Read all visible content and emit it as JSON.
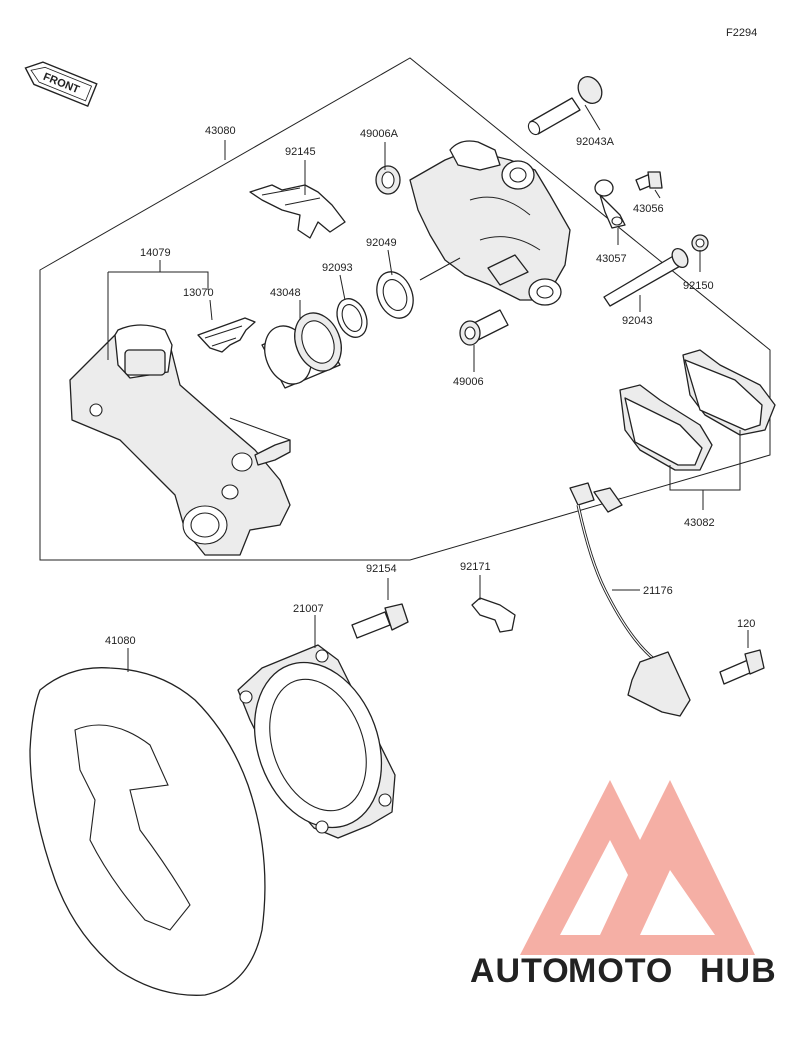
{
  "diagram": {
    "figure_code": "F2294",
    "front_label": "FRONT",
    "callouts": [
      {
        "key": "c43080",
        "text": "43080"
      },
      {
        "key": "c92145",
        "text": "92145"
      },
      {
        "key": "c49006A",
        "text": "49006A"
      },
      {
        "key": "c92043A",
        "text": "92043A"
      },
      {
        "key": "c43056",
        "text": "43056"
      },
      {
        "key": "c14079",
        "text": "14079"
      },
      {
        "key": "c92049",
        "text": "92049"
      },
      {
        "key": "c92093",
        "text": "92093"
      },
      {
        "key": "c43057",
        "text": "43057"
      },
      {
        "key": "c92150",
        "text": "92150"
      },
      {
        "key": "c13070",
        "text": "13070"
      },
      {
        "key": "c43048",
        "text": "43048"
      },
      {
        "key": "c92043",
        "text": "92043"
      },
      {
        "key": "c49006",
        "text": "49006"
      },
      {
        "key": "c43082",
        "text": "43082"
      },
      {
        "key": "c92154",
        "text": "92154"
      },
      {
        "key": "c92171",
        "text": "92171"
      },
      {
        "key": "c21007",
        "text": "21007"
      },
      {
        "key": "c21176",
        "text": "21176"
      },
      {
        "key": "c41080",
        "text": "41080"
      },
      {
        "key": "c120",
        "text": "120"
      }
    ]
  },
  "watermark": {
    "word_1": "AUTO",
    "word_2": "MOTO",
    "word_3": "HUB",
    "color_1": "#f6c87a",
    "color_2": "#f3a48c",
    "color_3": "#7a7a7a",
    "triangle_color": "#f39b8f"
  }
}
